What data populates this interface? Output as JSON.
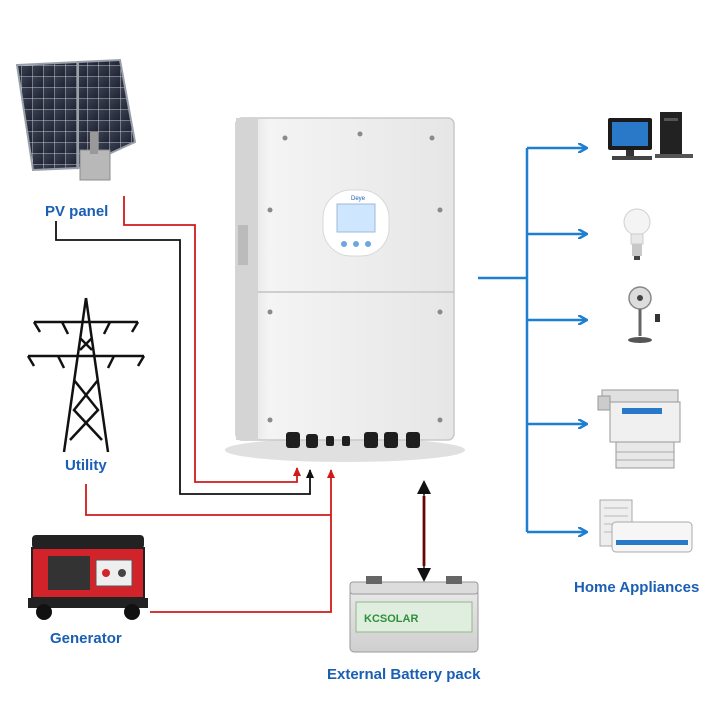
{
  "labels": {
    "pv_panel": "PV panel",
    "utility": "Utility",
    "generator": "Generator",
    "battery": "External Battery pack",
    "home_appliances": "Home Appliances"
  },
  "inverter": {
    "brand": "Deye"
  },
  "battery_brand": "KCSOLAR",
  "colors": {
    "label_blue": "#1a5fb4",
    "output_arrows": "#1e7fd0",
    "pv_wire_red": "#d11a1a",
    "pv_wire_black": "#111111",
    "inverter_body": "#eeeeee",
    "generator_red": "#d2232a"
  },
  "appliances": [
    "computer-icon",
    "light-bulb-icon",
    "fan-icon",
    "copier-icon",
    "air-conditioner-icon"
  ]
}
